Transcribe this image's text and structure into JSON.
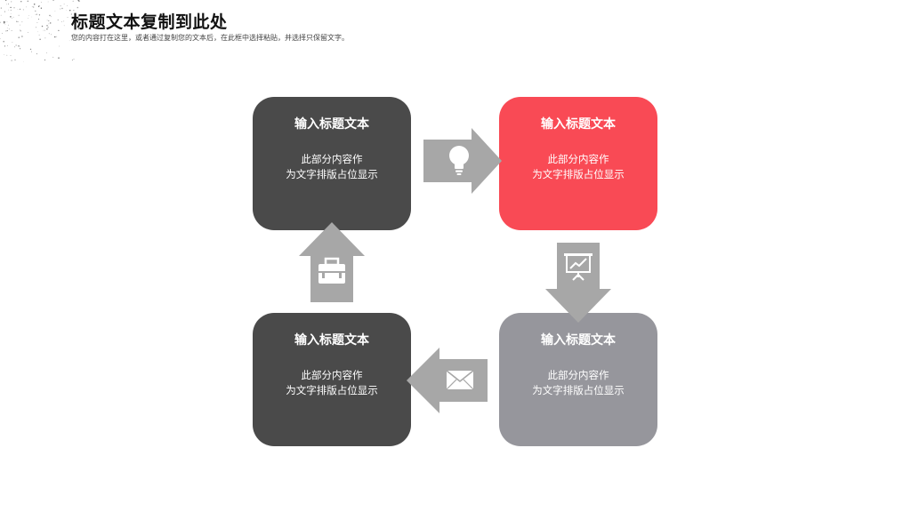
{
  "header": {
    "title": "标题文本复制到此处",
    "subtitle": "您的内容打在这里，或者通过复制您的文本后，在此框中选择粘贴，并选择只保留文字。"
  },
  "colors": {
    "dark": "#4a4a4a",
    "accent": "#f94a55",
    "gray": "#96969c",
    "arrow": "#a7a7a7"
  },
  "cards": [
    {
      "id": "top-left",
      "title": "输入标题文本",
      "line1": "此部分内容作",
      "line2": "为文字排版占位显示"
    },
    {
      "id": "top-right",
      "title": "输入标题文本",
      "line1": "此部分内容作",
      "line2": "为文字排版占位显示"
    },
    {
      "id": "bottom-right",
      "title": "输入标题文本",
      "line1": "此部分内容作",
      "line2": "为文字排版占位显示"
    },
    {
      "id": "bottom-left",
      "title": "输入标题文本",
      "line1": "此部分内容作",
      "line2": "为文字排版占位显示"
    }
  ],
  "arrows": [
    {
      "direction": "right",
      "icon": "lightbulb-icon"
    },
    {
      "direction": "down",
      "icon": "presentation-chart-icon"
    },
    {
      "direction": "left",
      "icon": "envelope-icon"
    },
    {
      "direction": "up",
      "icon": "briefcase-icon"
    }
  ]
}
